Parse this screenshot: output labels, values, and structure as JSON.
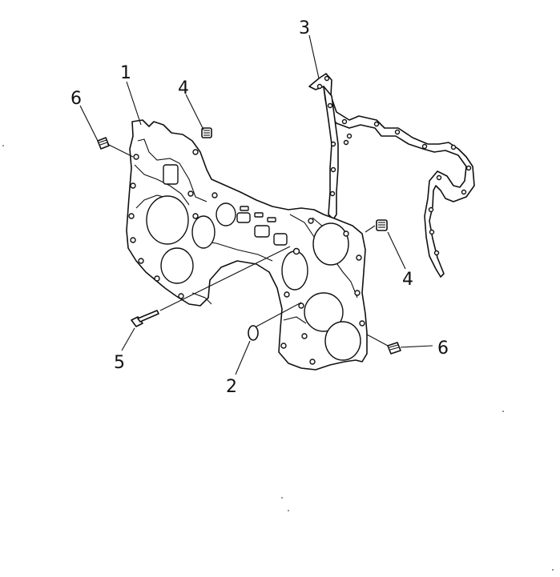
{
  "callouts": [
    {
      "id": "c1",
      "label": "1"
    },
    {
      "id": "c2",
      "label": "2"
    },
    {
      "id": "c3",
      "label": "3"
    },
    {
      "id": "c4a",
      "label": "4"
    },
    {
      "id": "c4b",
      "label": "4"
    },
    {
      "id": "c5",
      "label": "5"
    },
    {
      "id": "c6a",
      "label": "6"
    },
    {
      "id": "c6b",
      "label": "6"
    }
  ],
  "colors": {
    "line": "#111111",
    "background": "#ffffff"
  }
}
